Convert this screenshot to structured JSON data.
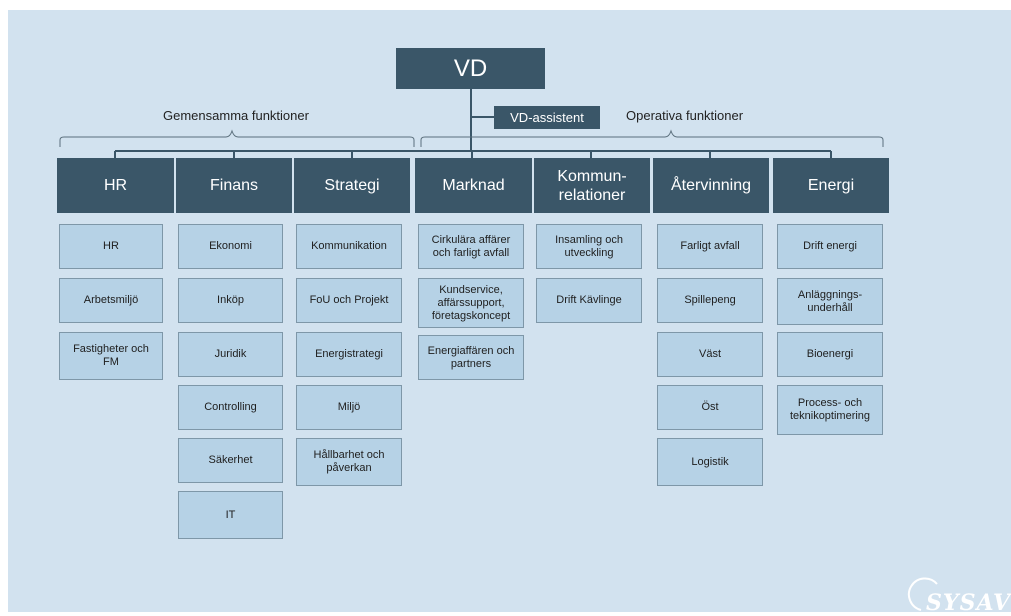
{
  "chart": {
    "top": "VD",
    "assistant": "VD-assistent",
    "groups": {
      "shared": "Gemensamma funktioner",
      "operative": "Operativa funktioner"
    },
    "departments": [
      {
        "name": "HR",
        "units": [
          "HR",
          "Arbetsmiljö",
          "Fastigheter och FM"
        ]
      },
      {
        "name": "Finans",
        "units": [
          "Ekonomi",
          "Inköp",
          "Juridik",
          "Controlling",
          "Säkerhet",
          "IT"
        ]
      },
      {
        "name": "Strategi",
        "units": [
          "Kommunikation",
          "FoU och Projekt",
          "Energistrategi",
          "Miljö",
          "Hållbarhet och påverkan"
        ]
      },
      {
        "name": "Marknad",
        "units": [
          "Cirkulära affärer och farligt avfall",
          "Kundservice, affärssupport, företagskoncept",
          "Energiaffären och partners"
        ]
      },
      {
        "name": "Kommun-relationer",
        "units": [
          "Insamling och utveckling",
          "Drift Kävlinge"
        ]
      },
      {
        "name": "Återvinning",
        "units": [
          "Farligt avfall",
          "Spillepeng",
          "Väst",
          "Öst",
          "Logistik"
        ]
      },
      {
        "name": "Energi",
        "units": [
          "Drift energi",
          "Anläggnings-underhåll",
          "Bioenergi",
          "Process- och teknikoptimering"
        ]
      }
    ]
  },
  "logo": {
    "text": "SYSAV"
  },
  "colors": {
    "background": "#d2e2ef",
    "header": "#3a5668",
    "unit": "#b6d2e6",
    "line": "#3a5668"
  }
}
